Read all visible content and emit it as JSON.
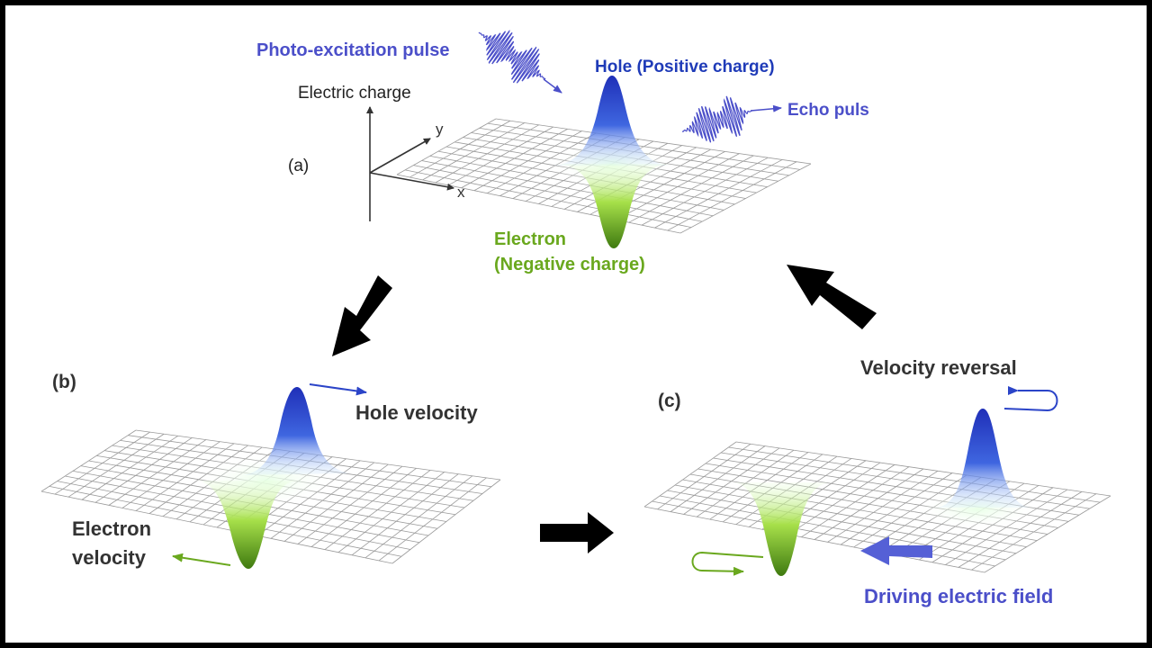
{
  "panels": {
    "a": {
      "label": "(a)",
      "axis_vertical": "Electric charge",
      "axis_x": "x",
      "axis_y": "y",
      "pulse_in": "Photo-excitation pulse",
      "pulse_out": "Echo puls",
      "hole": "Hole (Positive charge)",
      "electron_line1": "Electron",
      "electron_line2": "(Negative charge)"
    },
    "b": {
      "label": "(b)",
      "hole_velocity": "Hole velocity",
      "electron_line1": "Electron",
      "electron_line2": "velocity"
    },
    "c": {
      "label": "(c)",
      "velocity_reversal": "Velocity reversal",
      "driving_field": "Driving electric field"
    }
  },
  "colors": {
    "hole": "#2b44c8",
    "electron": "#6aa81e",
    "pulse": "#4b4fc9",
    "arrow": "#000000",
    "grid": "#9a9a9a"
  }
}
